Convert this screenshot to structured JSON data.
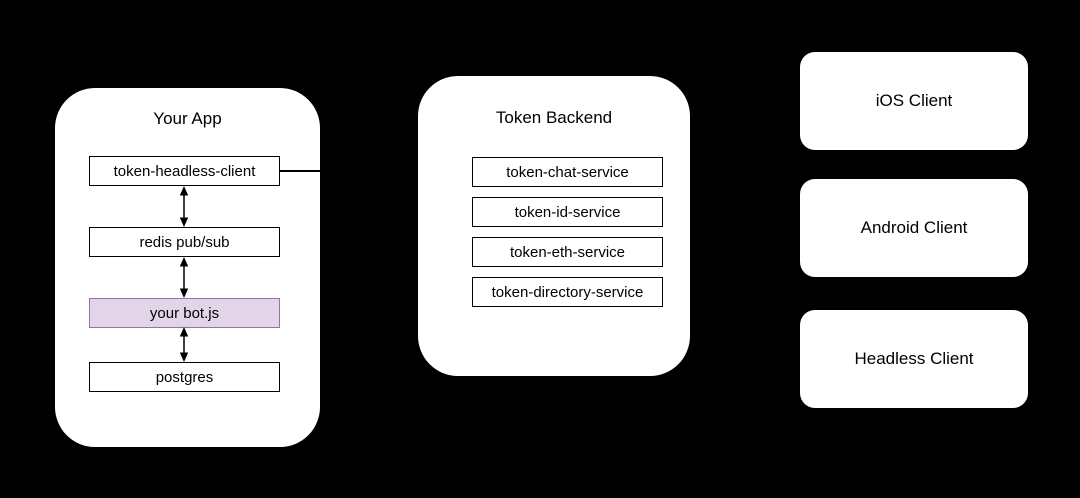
{
  "colors": {
    "background": "#000000",
    "panel_fill": "#FFFFFF",
    "node_fill": "#FFFFFF",
    "node_border": "#000000",
    "highlight_fill": "#E1D5E7",
    "highlight_border": "#9673A6",
    "text": "#000000"
  },
  "your_app": {
    "title": "Your App",
    "nodes": [
      {
        "label": "token-headless-client",
        "highlighted": false
      },
      {
        "label": "redis pub/sub",
        "highlighted": false
      },
      {
        "label": "your bot.js",
        "highlighted": true
      },
      {
        "label": "postgres",
        "highlighted": false
      }
    ]
  },
  "token_backend": {
    "title": "Token Backend",
    "services": [
      {
        "label": "token-chat-service"
      },
      {
        "label": "token-id-service"
      },
      {
        "label": "token-eth-service"
      },
      {
        "label": "token-directory-service"
      }
    ]
  },
  "clients": [
    {
      "label": "iOS Client"
    },
    {
      "label": "Android Client"
    },
    {
      "label": "Headless Client"
    }
  ]
}
